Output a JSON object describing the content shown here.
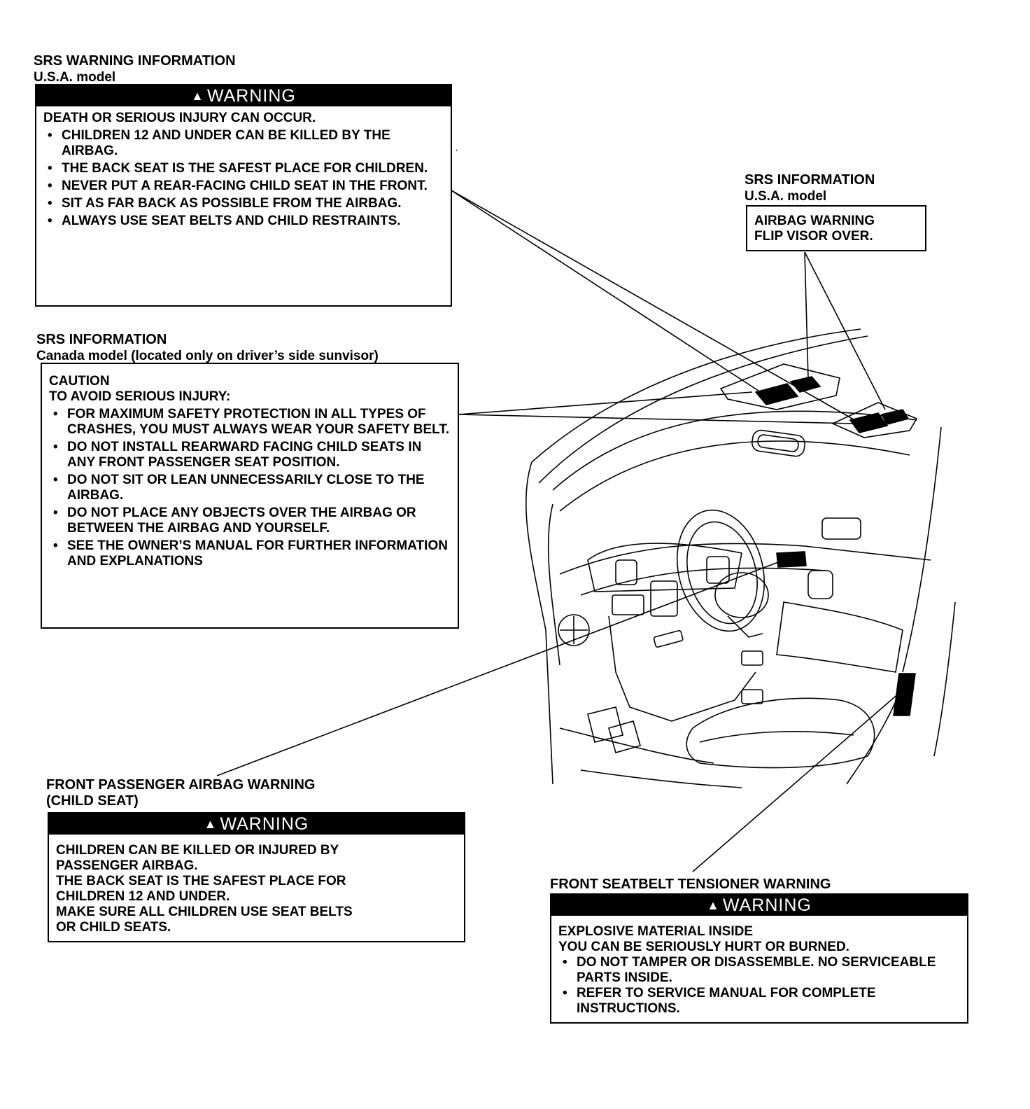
{
  "usa_warning": {
    "heading": "SRS WARNING INFORMATION",
    "subheading": "U.S.A. model",
    "bar": "WARNING",
    "lead": "DEATH OR SERIOUS INJURY CAN OCCUR.",
    "items": [
      "CHILDREN 12 AND UNDER CAN BE KILLED BY THE AIRBAG.",
      "THE BACK SEAT IS THE SAFEST PLACE FOR CHILDREN.",
      "NEVER PUT A REAR-FACING CHILD SEAT IN THE FRONT.",
      "SIT AS FAR BACK AS POSSIBLE FROM THE AIRBAG.",
      "ALWAYS USE SEAT BELTS AND CHILD RESTRAINTS."
    ]
  },
  "usa_visor_info": {
    "heading": "SRS INFORMATION",
    "subheading": "U.S.A. model",
    "lines": [
      "AIRBAG WARNING",
      "FLIP VISOR OVER."
    ]
  },
  "canada_info": {
    "heading": "SRS INFORMATION",
    "subheading": "Canada model (located only on driver’s side sunvisor)",
    "lead_lines": [
      "CAUTION",
      "TO AVOID SERIOUS INJURY:"
    ],
    "items": [
      "FOR MAXIMUM SAFETY PROTECTION IN ALL TYPES OF CRASHES, YOU MUST ALWAYS WEAR YOUR SAFETY BELT.",
      "DO NOT INSTALL REARWARD FACING CHILD SEATS IN ANY FRONT PASSENGER SEAT POSITION.",
      "DO NOT SIT OR LEAN UNNECESSARILY CLOSE TO THE AIRBAG.",
      "DO NOT PLACE ANY OBJECTS OVER THE AIRBAG OR BETWEEN THE AIRBAG AND YOURSELF.",
      "SEE THE OWNER’S MANUAL FOR FURTHER INFORMATION AND EXPLANATIONS"
    ]
  },
  "passenger_warning": {
    "heading_lines": [
      "FRONT PASSENGER AIRBAG WARNING",
      "(CHILD SEAT)"
    ],
    "bar": "WARNING",
    "lines": [
      "CHILDREN CAN BE KILLED OR INJURED BY",
      "PASSENGER AIRBAG.",
      "THE BACK SEAT IS THE SAFEST PLACE FOR",
      "CHILDREN 12 AND UNDER.",
      "MAKE SURE ALL CHILDREN USE SEAT BELTS",
      "OR CHILD SEATS."
    ]
  },
  "tensioner_warning": {
    "heading": "FRONT SEATBELT TENSIONER WARNING",
    "bar": "WARNING",
    "lead_lines": [
      "EXPLOSIVE MATERIAL INSIDE",
      "YOU CAN BE SERIOUSLY HURT OR BURNED."
    ],
    "items": [
      "DO NOT TAMPER OR DISASSEMBLE. NO SERVICEABLE PARTS INSIDE.",
      "REFER TO SERVICE MANUAL FOR COMPLETE INSTRUCTIONS."
    ]
  }
}
